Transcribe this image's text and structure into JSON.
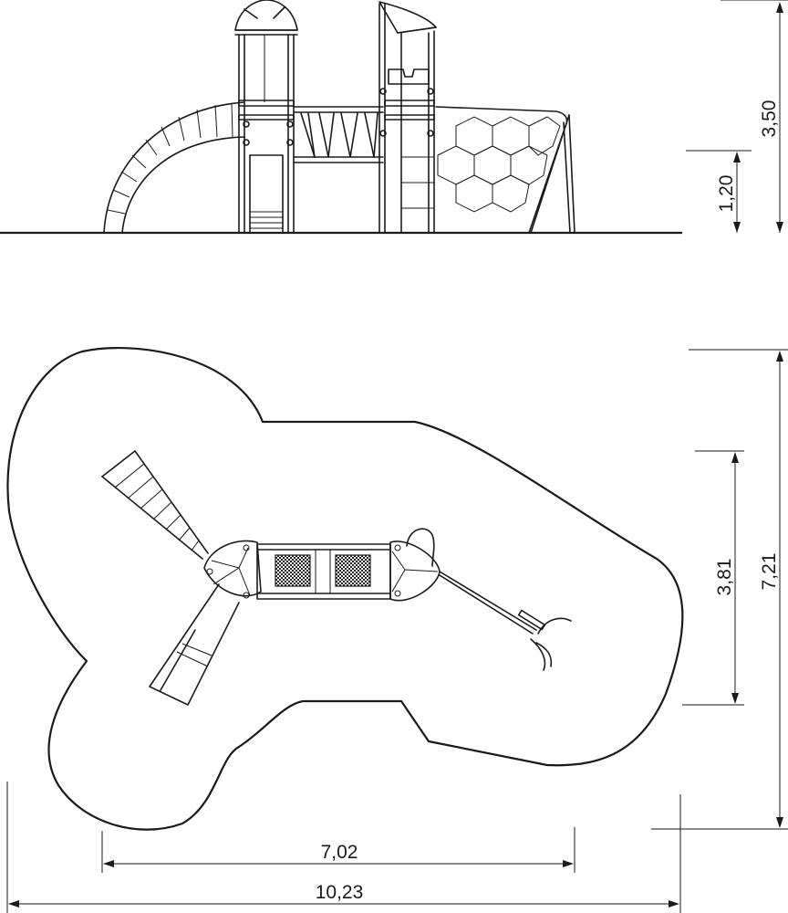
{
  "dimensions": {
    "total_height": "3,50",
    "platform_height": "1,20",
    "overall_depth": "7,21",
    "equipment_depth": "3,81",
    "equipment_width": "7,02",
    "overall_width": "10,23"
  }
}
